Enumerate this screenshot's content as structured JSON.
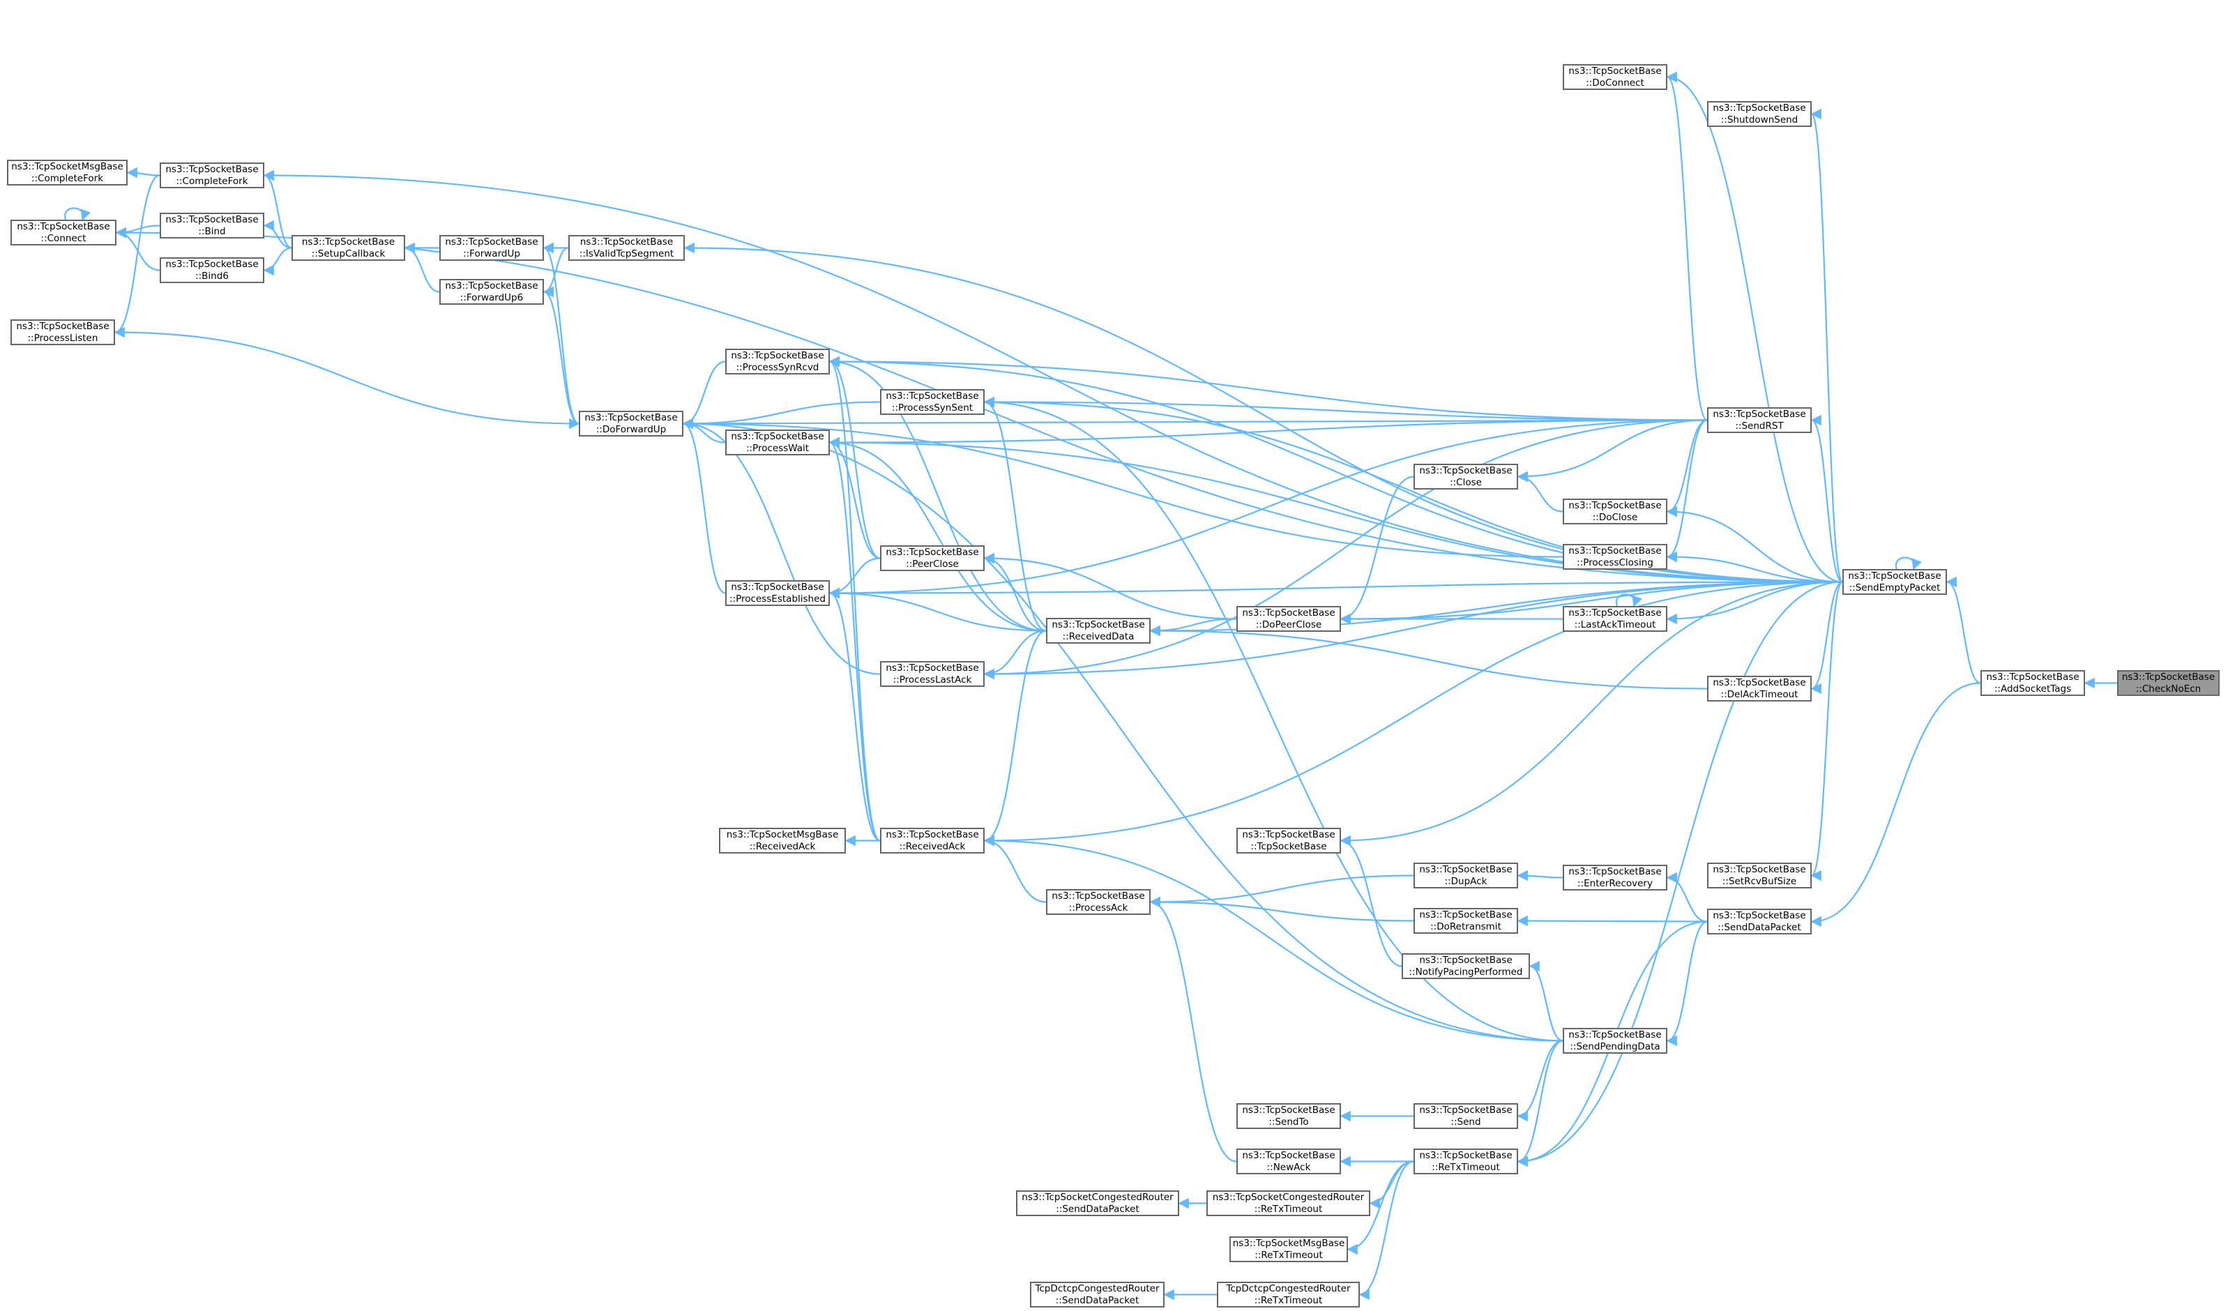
{
  "colors": {
    "edge": "#63b8ff",
    "node_border": "#666666",
    "current_node_fill": "#999999",
    "background": "#ffffff"
  },
  "nodes": [
    {
      "id": "CheckNoEcn",
      "line1": "ns3::TcpSocketBase",
      "line2": "::CheckNoEcn",
      "current": true
    },
    {
      "id": "AddSocketTags",
      "line1": "ns3::TcpSocketBase",
      "line2": "::AddSocketTags"
    },
    {
      "id": "SendEmptyPacket",
      "line1": "ns3::TcpSocketBase",
      "line2": "::SendEmptyPacket"
    },
    {
      "id": "SendDataPacket",
      "line1": "ns3::TcpSocketBase",
      "line2": "::SendDataPacket"
    },
    {
      "id": "DoConnect",
      "line1": "ns3::TcpSocketBase",
      "line2": "::DoConnect"
    },
    {
      "id": "ShutdownSend",
      "line1": "ns3::TcpSocketBase",
      "line2": "::ShutdownSend"
    },
    {
      "id": "SendRST",
      "line1": "ns3::TcpSocketBase",
      "line2": "::SendRST"
    },
    {
      "id": "DelAckTimeout",
      "line1": "ns3::TcpSocketBase",
      "line2": "::DelAckTimeout"
    },
    {
      "id": "SetRcvBufSize",
      "line1": "ns3::TcpSocketBase",
      "line2": "::SetRcvBufSize"
    },
    {
      "id": "Close",
      "line1": "ns3::TcpSocketBase",
      "line2": "::Close"
    },
    {
      "id": "DoClose",
      "line1": "ns3::TcpSocketBase",
      "line2": "::DoClose"
    },
    {
      "id": "ProcessClosing",
      "line1": "ns3::TcpSocketBase",
      "line2": "::ProcessClosing"
    },
    {
      "id": "LastAckTimeout",
      "line1": "ns3::TcpSocketBase",
      "line2": "::LastAckTimeout"
    },
    {
      "id": "EnterRecovery",
      "line1": "ns3::TcpSocketBase",
      "line2": "::EnterRecovery"
    },
    {
      "id": "SendPendingData",
      "line1": "ns3::TcpSocketBase",
      "line2": "::SendPendingData"
    },
    {
      "id": "ReTxTimeout",
      "line1": "ns3::TcpSocketBase",
      "line2": "::ReTxTimeout"
    },
    {
      "id": "DoPeerClose",
      "line1": "ns3::TcpSocketBase",
      "line2": "::DoPeerClose"
    },
    {
      "id": "TcpSocketBase",
      "line1": "ns3::TcpSocketBase",
      "line2": "::TcpSocketBase"
    },
    {
      "id": "DupAck",
      "line1": "ns3::TcpSocketBase",
      "line2": "::DupAck"
    },
    {
      "id": "DoRetransmit",
      "line1": "ns3::TcpSocketBase",
      "line2": "::DoRetransmit"
    },
    {
      "id": "NotifyPacingPerformed",
      "line1": "ns3::TcpSocketBase",
      "line2": "::NotifyPacingPerformed"
    },
    {
      "id": "Send",
      "line1": "ns3::TcpSocketBase",
      "line2": "::Send"
    },
    {
      "id": "SendTo",
      "line1": "ns3::TcpSocketBase",
      "line2": "::SendTo"
    },
    {
      "id": "NewAck",
      "line1": "ns3::TcpSocketBase",
      "line2": "::NewAck"
    },
    {
      "id": "CR_ReTxTimeout",
      "line1": "ns3::TcpSocketCongestedRouter",
      "line2": "::ReTxTimeout"
    },
    {
      "id": "CR_SendDataPacket",
      "line1": "ns3::TcpSocketCongestedRouter",
      "line2": "::SendDataPacket"
    },
    {
      "id": "Msg_ReTxTimeout",
      "line1": "ns3::TcpSocketMsgBase",
      "line2": "::ReTxTimeout"
    },
    {
      "id": "Dctcp_ReTxTimeout",
      "line1": "TcpDctcpCongestedRouter",
      "line2": "::ReTxTimeout"
    },
    {
      "id": "Dctcp_SendDataPacket",
      "line1": "TcpDctcpCongestedRouter",
      "line2": "::SendDataPacket"
    },
    {
      "id": "ReceivedData",
      "line1": "ns3::TcpSocketBase",
      "line2": "::ReceivedData"
    },
    {
      "id": "PeerClose",
      "line1": "ns3::TcpSocketBase",
      "line2": "::PeerClose"
    },
    {
      "id": "ProcessSynSent",
      "line1": "ns3::TcpSocketBase",
      "line2": "::ProcessSynSent"
    },
    {
      "id": "ProcessLastAck",
      "line1": "ns3::TcpSocketBase",
      "line2": "::ProcessLastAck"
    },
    {
      "id": "ProcessAck",
      "line1": "ns3::TcpSocketBase",
      "line2": "::ProcessAck"
    },
    {
      "id": "ReceivedAck",
      "line1": "ns3::TcpSocketBase",
      "line2": "::ReceivedAck"
    },
    {
      "id": "Msg_ReceivedAck",
      "line1": "ns3::TcpSocketMsgBase",
      "line2": "::ReceivedAck"
    },
    {
      "id": "ProcessSynRcvd",
      "line1": "ns3::TcpSocketBase",
      "line2": "::ProcessSynRcvd"
    },
    {
      "id": "ProcessWait",
      "line1": "ns3::TcpSocketBase",
      "line2": "::ProcessWait"
    },
    {
      "id": "ProcessEstablished",
      "line1": "ns3::TcpSocketBase",
      "line2": "::ProcessEstablished"
    },
    {
      "id": "DoForwardUp",
      "line1": "ns3::TcpSocketBase",
      "line2": "::DoForwardUp"
    },
    {
      "id": "IsValidTcpSegment",
      "line1": "ns3::TcpSocketBase",
      "line2": "::IsValidTcpSegment"
    },
    {
      "id": "ForwardUp",
      "line1": "ns3::TcpSocketBase",
      "line2": "::ForwardUp"
    },
    {
      "id": "ForwardUp6",
      "line1": "ns3::TcpSocketBase",
      "line2": "::ForwardUp6"
    },
    {
      "id": "SetupCallback",
      "line1": "ns3::TcpSocketBase",
      "line2": "::SetupCallback"
    },
    {
      "id": "CompleteFork",
      "line1": "ns3::TcpSocketBase",
      "line2": "::CompleteFork"
    },
    {
      "id": "Bind",
      "line1": "ns3::TcpSocketBase",
      "line2": "::Bind"
    },
    {
      "id": "Bind6",
      "line1": "ns3::TcpSocketBase",
      "line2": "::Bind6"
    },
    {
      "id": "Msg_CompleteFork",
      "line1": "ns3::TcpSocketMsgBase",
      "line2": "::CompleteFork"
    },
    {
      "id": "Connect",
      "line1": "ns3::TcpSocketBase",
      "line2": "::Connect"
    },
    {
      "id": "ProcessListen",
      "line1": "ns3::TcpSocketBase",
      "line2": "::ProcessListen"
    }
  ],
  "edges": [
    [
      "AddSocketTags",
      "CheckNoEcn"
    ],
    [
      "SendEmptyPacket",
      "AddSocketTags"
    ],
    [
      "SendDataPacket",
      "AddSocketTags"
    ],
    [
      "SendEmptyPacket",
      "SendEmptyPacket"
    ],
    [
      "DoConnect",
      "SendEmptyPacket"
    ],
    [
      "ShutdownSend",
      "SendEmptyPacket"
    ],
    [
      "SendRST",
      "SendEmptyPacket"
    ],
    [
      "DoClose",
      "SendEmptyPacket"
    ],
    [
      "ProcessClosing",
      "SendEmptyPacket"
    ],
    [
      "LastAckTimeout",
      "SendEmptyPacket"
    ],
    [
      "DelAckTimeout",
      "SendEmptyPacket"
    ],
    [
      "SetRcvBufSize",
      "SendEmptyPacket"
    ],
    [
      "ReTxTimeout",
      "SendEmptyPacket"
    ],
    [
      "DoPeerClose",
      "SendEmptyPacket"
    ],
    [
      "ReceivedData",
      "SendEmptyPacket"
    ],
    [
      "TcpSocketBase",
      "SendEmptyPacket"
    ],
    [
      "ProcessSynSent",
      "SendEmptyPacket"
    ],
    [
      "ProcessSynRcvd",
      "SendEmptyPacket"
    ],
    [
      "ProcessWait",
      "SendEmptyPacket"
    ],
    [
      "ProcessLastAck",
      "SendEmptyPacket"
    ],
    [
      "ProcessEstablished",
      "SendEmptyPacket"
    ],
    [
      "ReceivedAck",
      "SendEmptyPacket"
    ],
    [
      "IsValidTcpSegment",
      "SendEmptyPacket"
    ],
    [
      "CompleteFork",
      "SendEmptyPacket"
    ],
    [
      "Connect",
      "SendEmptyPacket"
    ],
    [
      "DoForwardUp",
      "SendRST"
    ],
    [
      "Close",
      "SendRST"
    ],
    [
      "DoClose",
      "SendRST"
    ],
    [
      "ProcessClosing",
      "SendRST"
    ],
    [
      "DoConnect",
      "SendRST"
    ],
    [
      "ProcessSynSent",
      "SendRST"
    ],
    [
      "ProcessSynRcvd",
      "SendRST"
    ],
    [
      "ProcessWait",
      "SendRST"
    ],
    [
      "ProcessLastAck",
      "SendRST"
    ],
    [
      "ProcessEstablished",
      "SendRST"
    ],
    [
      "Close",
      "DoClose"
    ],
    [
      "LastAckTimeout",
      "LastAckTimeout"
    ],
    [
      "DoPeerClose",
      "LastAckTimeout"
    ],
    [
      "DoPeerClose",
      "Close"
    ],
    [
      "ReceivedData",
      "DoPeerClose"
    ],
    [
      "PeerClose",
      "DoPeerClose"
    ],
    [
      "ReceivedData",
      "DelAckTimeout"
    ],
    [
      "DoForwardUp",
      "ProcessClosing"
    ],
    [
      "EnterRecovery",
      "SendDataPacket"
    ],
    [
      "DoRetransmit",
      "SendDataPacket"
    ],
    [
      "SendPendingData",
      "SendDataPacket"
    ],
    [
      "ReTxTimeout",
      "SendDataPacket"
    ],
    [
      "DupAck",
      "EnterRecovery"
    ],
    [
      "ProcessAck",
      "DupAck"
    ],
    [
      "ProcessAck",
      "DoRetransmit"
    ],
    [
      "NotifyPacingPerformed",
      "SendPendingData"
    ],
    [
      "TcpSocketBase",
      "NotifyPacingPerformed"
    ],
    [
      "Send",
      "SendPendingData"
    ],
    [
      "ReTxTimeout",
      "SendPendingData"
    ],
    [
      "ReceivedAck",
      "SendPendingData"
    ],
    [
      "DoForwardUp",
      "SendPendingData"
    ],
    [
      "ProcessSynSent",
      "SendPendingData"
    ],
    [
      "SendTo",
      "Send"
    ],
    [
      "NewAck",
      "ReTxTimeout"
    ],
    [
      "CR_ReTxTimeout",
      "ReTxTimeout"
    ],
    [
      "Msg_ReTxTimeout",
      "ReTxTimeout"
    ],
    [
      "Dctcp_ReTxTimeout",
      "ReTxTimeout"
    ],
    [
      "CR_SendDataPacket",
      "CR_ReTxTimeout"
    ],
    [
      "Dctcp_SendDataPacket",
      "Dctcp_ReTxTimeout"
    ],
    [
      "ProcessAck",
      "NewAck"
    ],
    [
      "ReceivedAck",
      "ProcessAck"
    ],
    [
      "Msg_ReceivedAck",
      "ReceivedAck"
    ],
    [
      "ProcessEstablished",
      "ReceivedAck"
    ],
    [
      "ProcessWait",
      "ReceivedAck"
    ],
    [
      "ProcessSynRcvd",
      "ReceivedAck"
    ],
    [
      "ReceivedAck",
      "ReceivedData"
    ],
    [
      "ProcessEstablished",
      "ReceivedData"
    ],
    [
      "ProcessWait",
      "ReceivedData"
    ],
    [
      "ProcessSynSent",
      "ReceivedData"
    ],
    [
      "ProcessSynRcvd",
      "ReceivedData"
    ],
    [
      "ProcessLastAck",
      "ReceivedData"
    ],
    [
      "PeerClose",
      "ReceivedData"
    ],
    [
      "ProcessEstablished",
      "PeerClose"
    ],
    [
      "ProcessWait",
      "PeerClose"
    ],
    [
      "ProcessSynRcvd",
      "PeerClose"
    ],
    [
      "DoForwardUp",
      "ProcessSynSent"
    ],
    [
      "DoForwardUp",
      "ProcessSynRcvd"
    ],
    [
      "DoForwardUp",
      "ProcessWait"
    ],
    [
      "DoForwardUp",
      "ProcessEstablished"
    ],
    [
      "DoForwardUp",
      "ProcessLastAck"
    ],
    [
      "DoForwardUp",
      "ProcessListen"
    ],
    [
      "ForwardUp",
      "DoForwardUp"
    ],
    [
      "ForwardUp6",
      "DoForwardUp"
    ],
    [
      "ForwardUp",
      "IsValidTcpSegment"
    ],
    [
      "ForwardUp6",
      "IsValidTcpSegment"
    ],
    [
      "SetupCallback",
      "ForwardUp"
    ],
    [
      "SetupCallback",
      "ForwardUp6"
    ],
    [
      "CompleteFork",
      "SetupCallback"
    ],
    [
      "Bind",
      "SetupCallback"
    ],
    [
      "Bind6",
      "SetupCallback"
    ],
    [
      "Msg_CompleteFork",
      "CompleteFork"
    ],
    [
      "Connect",
      "Bind"
    ],
    [
      "Connect",
      "Bind6"
    ],
    [
      "Connect",
      "Connect"
    ],
    [
      "ProcessListen",
      "CompleteFork"
    ]
  ]
}
